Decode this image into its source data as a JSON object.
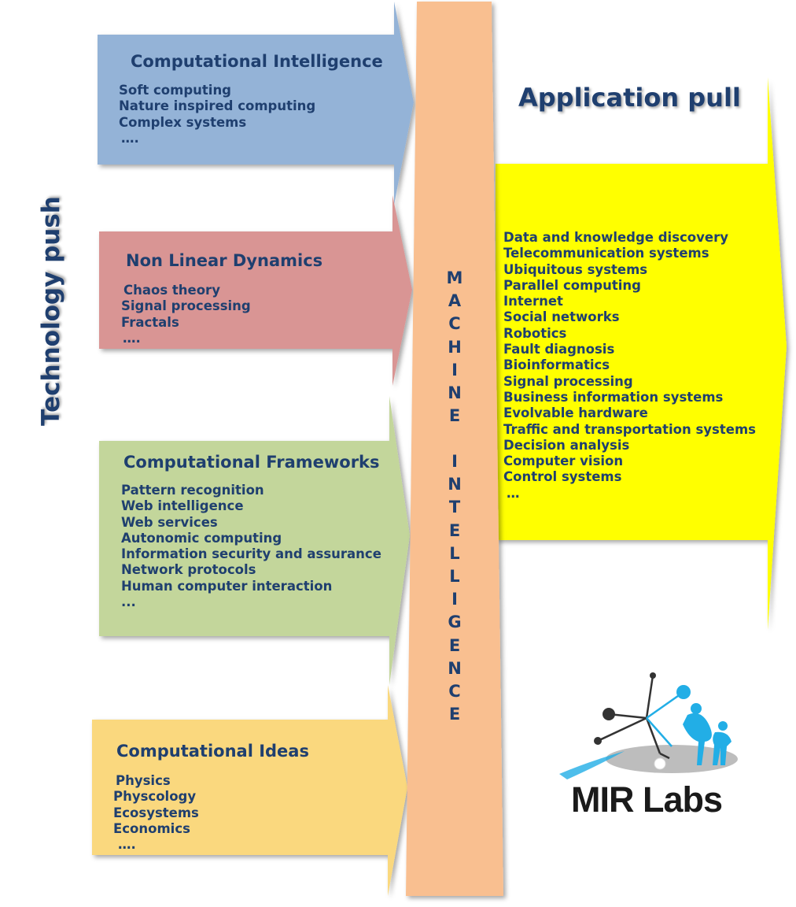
{
  "colors": {
    "intelligence": "#94b3d7",
    "dynamics": "#d99594",
    "frameworks": "#c3d69b",
    "ideas": "#fad87e",
    "machine_bar": "#f9bf90",
    "application": "#ffff00",
    "text": "#1f3f6f",
    "logo_blue": "#22aee6"
  },
  "technology_push": "Technology push",
  "application_pull": "Application pull",
  "machine_intelligence": {
    "line1": [
      "M",
      "A",
      "C",
      "H",
      "I",
      "N",
      "E"
    ],
    "line2": [
      "I",
      "N",
      "T",
      "E",
      "L",
      "L",
      "I",
      "G",
      "E",
      "N",
      "C",
      "E"
    ]
  },
  "boxes": [
    {
      "title": "Computational Intelligence",
      "items": [
        "Soft computing",
        "Nature inspired computing",
        "Complex systems",
        "…."
      ]
    },
    {
      "title": "Non Linear Dynamics",
      "items": [
        "Chaos theory",
        "Signal processing",
        "Fractals",
        "…."
      ]
    },
    {
      "title": "Computational Frameworks",
      "items": [
        "Pattern recognition",
        "Web intelligence",
        "Web services",
        "Autonomic computing",
        "Information security and assurance",
        "Network protocols",
        "Human computer interaction",
        "..."
      ]
    },
    {
      "title": "Computational Ideas",
      "items": [
        "Physics",
        "Physcology",
        "Ecosystems",
        "Economics",
        "…."
      ]
    }
  ],
  "applications": [
    "Data and knowledge discovery",
    "Telecommunication systems",
    "Ubiquitous systems",
    "Parallel computing",
    "Internet",
    "Social networks",
    "Robotics",
    "Fault diagnosis",
    "Bioinformatics",
    "Signal processing",
    "Business information systems",
    "Evolvable hardware",
    "Traffic and transportation systems",
    "Decision analysis",
    "Computer vision",
    "Control systems",
    "…"
  ],
  "logo": {
    "text": "MIR Labs"
  }
}
